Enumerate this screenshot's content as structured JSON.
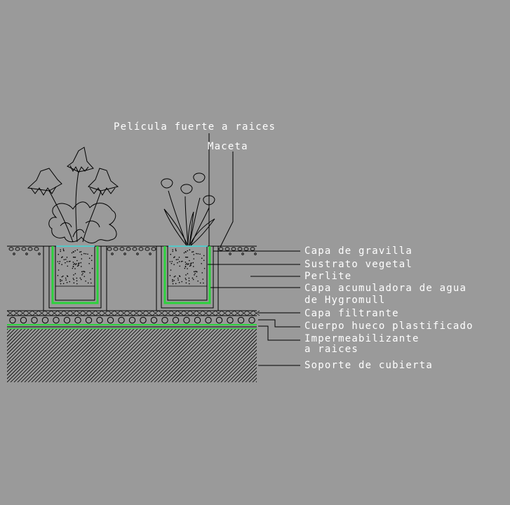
{
  "colors": {
    "background": "#9a9a9a",
    "ink": "#ffffff",
    "green": "#2bd23b",
    "cyan": "#40d8d8"
  },
  "labels": {
    "top": "Película fuerte a raices",
    "maceta": "Maceta",
    "gravilla": "Capa de gravilla",
    "sustrato": "Sustrato vegetal",
    "perlite": "Perlite",
    "acumuladora_1": "Capa acumuladora de agua",
    "acumuladora_2": "de Hygromull",
    "filtrante": "Capa filtrante",
    "hueco": "Cuerpo hueco plastificado",
    "impermeabilizante_1": "Impermeabilizante",
    "impermeabilizante_2": "a raices",
    "soporte": "Soporte de cubierta"
  }
}
